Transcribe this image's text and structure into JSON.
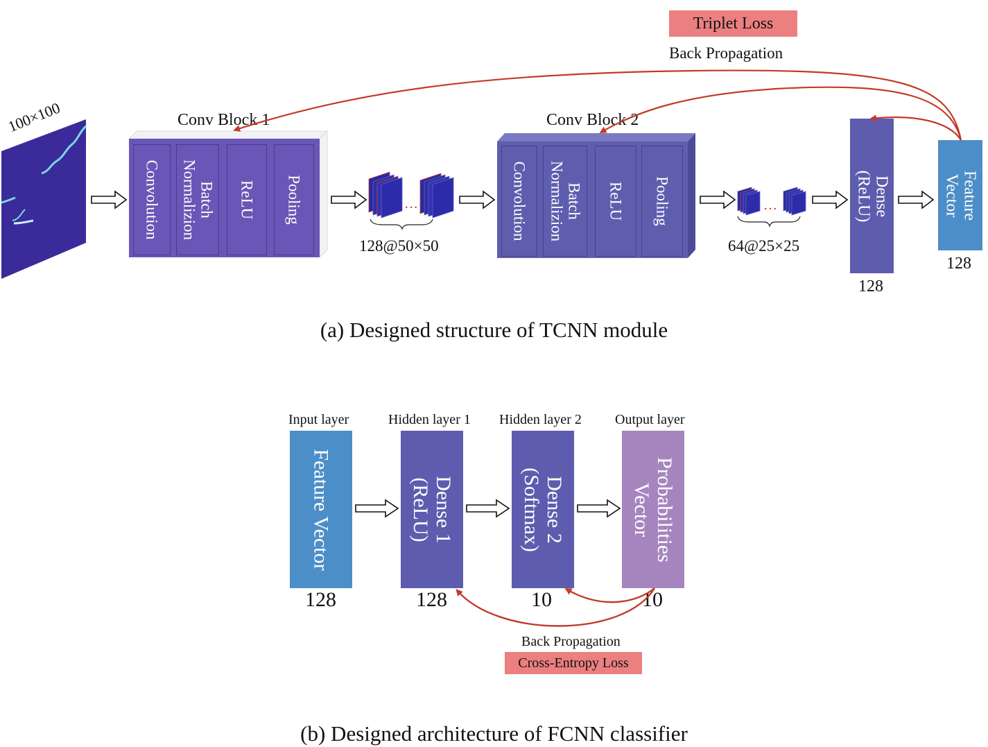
{
  "part_a": {
    "input_size": "100×100",
    "conv_block1": {
      "title": "Conv Block 1",
      "layers": [
        "Convolution",
        "Batch",
        "Normalizion",
        "ReLU",
        "Pooling"
      ]
    },
    "fm1_label": "128@50×50",
    "conv_block2": {
      "title": "Conv Block 2",
      "layers": [
        "Convolution",
        "Batch",
        "Normalizion",
        "ReLU",
        "Pooling"
      ]
    },
    "fm2_label": "64@25×25",
    "dense": {
      "line1": "Dense",
      "line2": "(ReLU)",
      "size": "128"
    },
    "feature": {
      "line1": "Feature",
      "line2": "Vector",
      "size": "128"
    },
    "loss_label": "Triplet Loss",
    "backprop_label": "Back Propagation",
    "caption": "(a)  Designed structure of TCNN module",
    "colors": {
      "block1": "#6a56b6",
      "block2": "#5f5dae",
      "dense": "#5d5cae",
      "feature": "#4c8ec8",
      "arrow": "#c23a2a",
      "loss_bg": "#ec7f80"
    }
  },
  "part_b": {
    "layers": [
      {
        "header": "Input layer",
        "line1": "Feature Vector",
        "line2": "",
        "size": "128",
        "color": "#4c8ec8"
      },
      {
        "header": "Hidden layer 1",
        "line1": "Dense 1",
        "line2": "(ReLU)",
        "size": "128",
        "color": "#5d5cae"
      },
      {
        "header": "Hidden layer 2",
        "line1": "Dense 2",
        "line2": "(Softmax)",
        "size": "10",
        "color": "#5d5cae"
      },
      {
        "header": "Output  layer",
        "line1": "Probabilities",
        "line2": "Vector",
        "size": "10",
        "color": "#a685bf"
      }
    ],
    "backprop_label": "Back Propagation",
    "loss_label": "Cross-Entropy Loss",
    "caption": "(b)  Designed architecture of FCNN classifier"
  }
}
